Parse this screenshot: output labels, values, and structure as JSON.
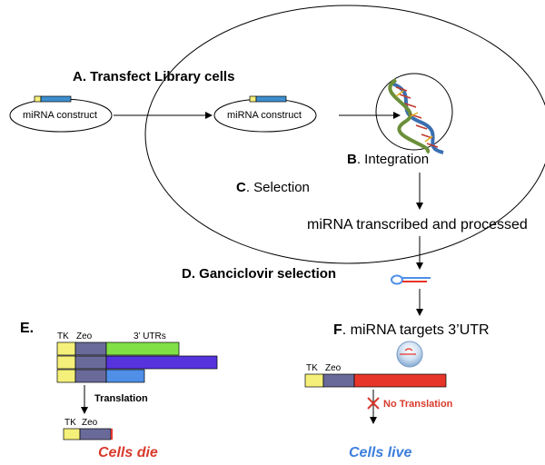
{
  "steps": {
    "a_letter": "A.",
    "a_text": "Transfect Library cells",
    "b_letter": "B",
    "b_text": ". Integration",
    "c_letter": "C",
    "c_text": ". Selection",
    "d_text": "D. Ganciclovir selection",
    "e_text": "E.",
    "f_letter": "F",
    "f_text": ". miRNA targets 3’UTR"
  },
  "labels": {
    "construct_outside": "miRNA construct",
    "construct_inside": "miRNA construct",
    "transcribed": "miRNA transcribed and processed",
    "tk_e": "TK",
    "zeo_e": "Zeo",
    "utrs": "3’ UTRs",
    "translation": "Translation",
    "tk_e2": "TK",
    "zeo_e2": "Zeo",
    "tk_f": "TK",
    "zeo_f": "Zeo",
    "no_translation": "No Translation",
    "cells_die": "Cells die",
    "cells_live": "Cells live"
  },
  "colors": {
    "tk": "#f5f07a",
    "zeo": "#6a6a9a",
    "utr_green": "#80e046",
    "utr_blue": "#5533dd",
    "utr_lightblue": "#4f8fe8",
    "utr_red": "#e8352a",
    "construct_blue": "#3f8fd0",
    "cells_die": "#d83a2c",
    "cells_live": "#3d7fdc",
    "no_translation": "#d83a2c"
  }
}
